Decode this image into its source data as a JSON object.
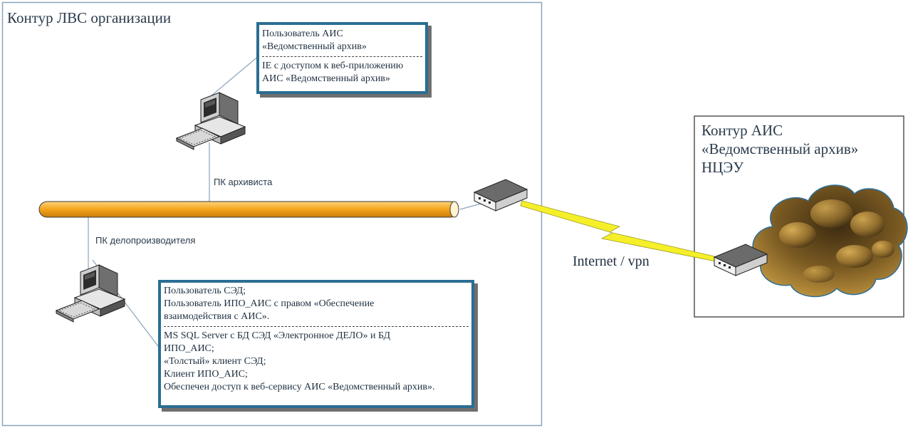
{
  "frames": {
    "lan_title": "Контур ЛВС организации",
    "ais_title_lines": [
      "Контур АИС",
      "«Ведомственный архив»",
      "НЦЭУ"
    ]
  },
  "callouts": {
    "archivist": {
      "top_lines": [
        "Пользователь АИС",
        "«Ведомственный архив»"
      ],
      "bottom_lines": [
        "IE с доступом к веб-приложению",
        "АИС «Ведомственный архив»"
      ]
    },
    "clerk": {
      "top_lines": [
        "Пользователь СЭД;",
        "Пользователь ИПО_АИС с правом «Обеспечение",
        "взаимодействия с АИС»."
      ],
      "bottom_lines": [
        "MS SQL Server с БД СЭД «Электронное ДЕЛО» и БД",
        "ИПО_АИС;",
        "«Толстый» клиент СЭД;",
        "Клиент ИПО_АИС;",
        "Обеспечен доступ к веб-сервису АИС «Ведомственный архив»."
      ]
    }
  },
  "labels": {
    "pc_archivist": "ПК архивиста",
    "pc_clerk": "ПК делопроизводителя",
    "internet": "Internet / vpn"
  },
  "colors": {
    "frame_border": "#8aa4bd",
    "callout_border": "#2b6d93",
    "bus_fill": "#f4a51c",
    "lightning": "#f5ef2a",
    "cloud_dark": "#3a2a10",
    "cloud_light": "#c89a3a"
  },
  "icons": [
    "desktop-computer-icon",
    "router-icon",
    "cloud-icon",
    "lightning-icon"
  ]
}
